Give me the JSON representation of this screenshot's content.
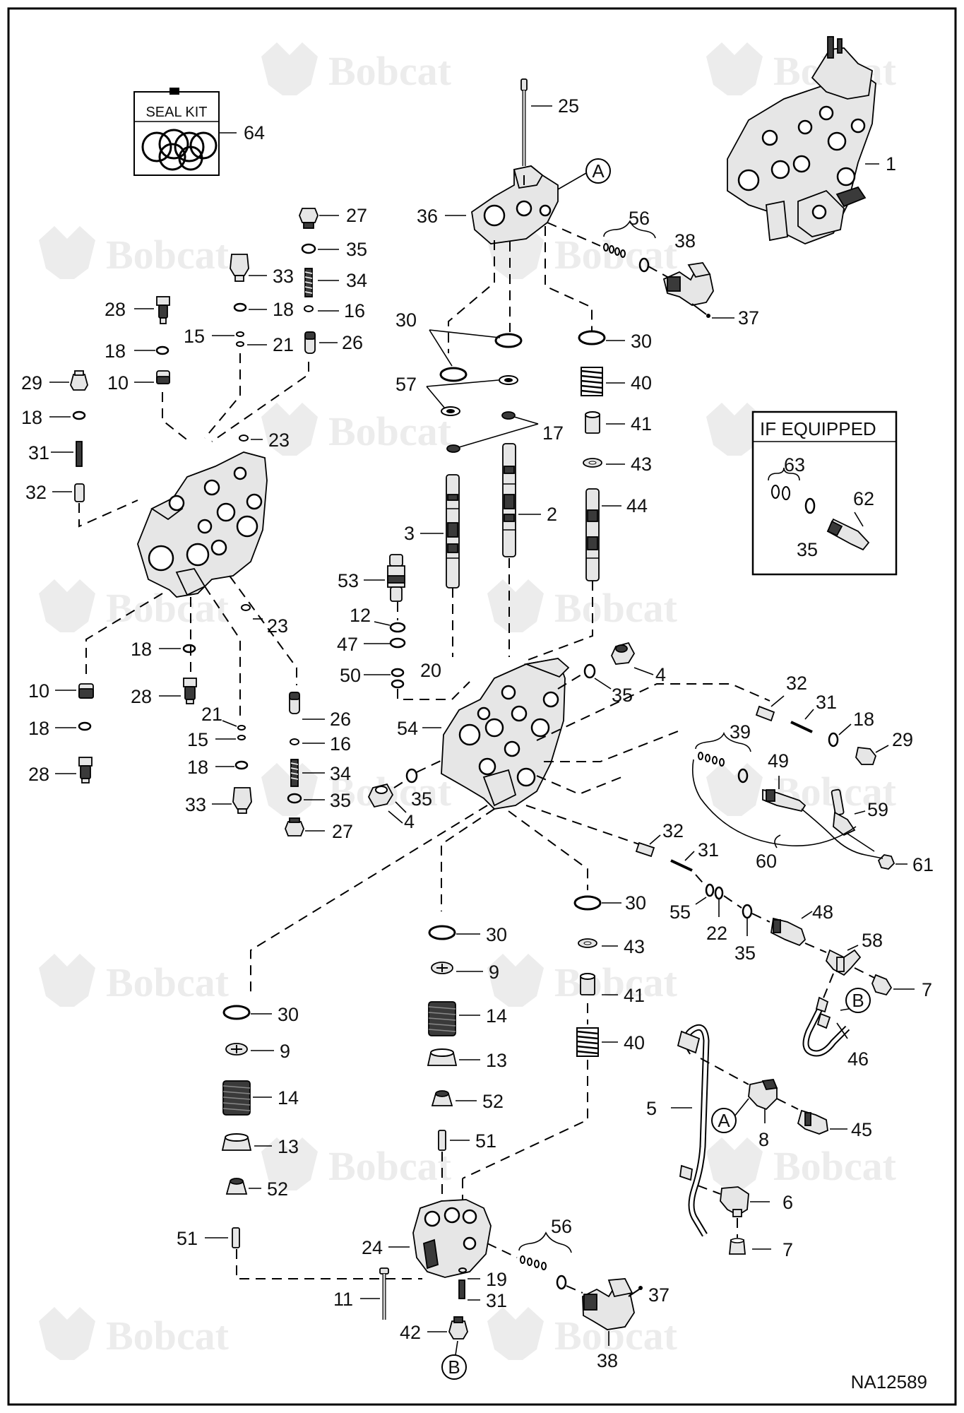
{
  "diagram": {
    "drawing_id": "NA12589",
    "watermark_brand": "Bobcat",
    "seal_kit": {
      "label": "SEAL KIT",
      "part_number": "64"
    },
    "if_equipped": {
      "title": "IF EQUIPPED",
      "parts": [
        "63",
        "62",
        "35"
      ]
    },
    "callouts": {
      "A": "A",
      "B": "B"
    },
    "part_labels": {
      "p1": "1",
      "p2": "2",
      "p3": "3",
      "p4a": "4",
      "p4b": "4",
      "p5": "5",
      "p6": "6",
      "p7a": "7",
      "p7b": "7",
      "p8": "8",
      "p9a": "9",
      "p9b": "9",
      "p10a": "10",
      "p10b": "10",
      "p11": "11",
      "p12": "12",
      "p13a": "13",
      "p13b": "13",
      "p14a": "14",
      "p14b": "14",
      "p15a": "15",
      "p15b": "15",
      "p16a": "16",
      "p16b": "16",
      "p17": "17",
      "p18a": "18",
      "p18b": "18",
      "p18c": "18",
      "p18d": "18",
      "p18e": "18",
      "p18f": "18",
      "p18g": "18",
      "p19": "19",
      "p20": "20",
      "p21a": "21",
      "p21b": "21",
      "p22": "22",
      "p23a": "23",
      "p23b": "23",
      "p24": "24",
      "p25": "25",
      "p26a": "26",
      "p26b": "26",
      "p27a": "27",
      "p27b": "27",
      "p28a": "28",
      "p28b": "28",
      "p28c": "28",
      "p29a": "29",
      "p29b": "29",
      "p30a": "30",
      "p30b": "30",
      "p30c": "30",
      "p30d": "30",
      "p30e": "30",
      "p31a": "31",
      "p31b": "31",
      "p31c": "31",
      "p31d": "31",
      "p32a": "32",
      "p32b": "32",
      "p32c": "32",
      "p33a": "33",
      "p33b": "33",
      "p34a": "34",
      "p34b": "34",
      "p35a": "35",
      "p35b": "35",
      "p35c": "35",
      "p35d": "35",
      "p35e": "35",
      "p36": "36",
      "p37a": "37",
      "p37b": "37",
      "p38a": "38",
      "p38b": "38",
      "p39": "39",
      "p40a": "40",
      "p40b": "40",
      "p41a": "41",
      "p41b": "41",
      "p42": "42",
      "p43a": "43",
      "p43b": "43",
      "p44": "44",
      "p45": "45",
      "p46": "46",
      "p47": "47",
      "p48": "48",
      "p49": "49",
      "p50": "50",
      "p51a": "51",
      "p51b": "51",
      "p52a": "52",
      "p52b": "52",
      "p53": "53",
      "p54": "54",
      "p55": "55",
      "p56a": "56",
      "p56b": "56",
      "p57": "57",
      "p58": "58",
      "p59": "59",
      "p60": "60",
      "p61": "61"
    }
  }
}
